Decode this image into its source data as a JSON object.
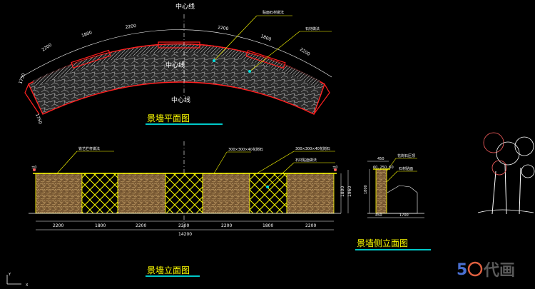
{
  "titles": {
    "plan": "景墙平面图",
    "elevation": "景墙立面图",
    "side": "景墙侧立面图"
  },
  "plan": {
    "centerline_top": "中心线",
    "centerline_bottom": "中心线",
    "centerline_mid": "中心线",
    "dims_top": [
      "2200",
      "1800",
      "2200",
      "2200",
      "1800",
      "2200"
    ],
    "dims_side": [
      "1750",
      "1750"
    ],
    "callouts": [
      "贴面石材做法",
      "石材做法"
    ]
  },
  "elevation": {
    "dims_bottom": [
      "2200",
      "1800",
      "2200",
      "2200",
      "2200",
      "1800",
      "2200"
    ],
    "total": "14200",
    "heights": [
      "1800",
      "1960"
    ],
    "callouts": [
      "铁艺栏杆做法",
      "300×300×40花岗石",
      "300×300×40花岗石",
      "石材贴面做法"
    ],
    "level_marks": [
      "±0",
      "±0"
    ]
  },
  "side": {
    "dims_top": [
      "450",
      "60, 250, 60"
    ],
    "dims_bottom": [
      "450",
      "1700"
    ],
    "height": "1800",
    "callouts": [
      "花岗石压顶",
      "石材贴面"
    ]
  },
  "watermark": {
    "text": "代画",
    "number": "5"
  },
  "axis": {
    "y": "Y",
    "x": "X"
  },
  "colors": {
    "background": "#000000",
    "title": "#ffff00",
    "underline": "#00c8c8",
    "wall_red": "#ff2020",
    "stone": "#8c6a40",
    "lattice": "#ffff00",
    "dim": "#ffffff"
  }
}
